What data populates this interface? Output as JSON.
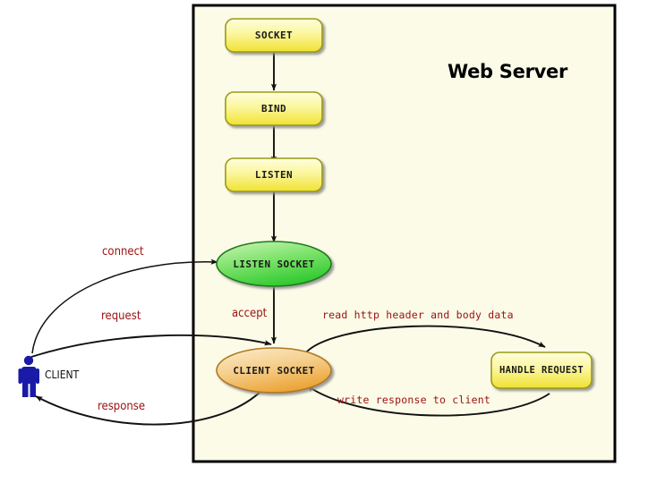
{
  "diagram": {
    "title": "Web Server",
    "panel": {
      "label": "web-server-boundary",
      "fill": "#fbfbe8",
      "border": "#000000"
    },
    "colors": {
      "process_fill_top": "#fefede",
      "process_fill_bottom": "#f2e334",
      "process_border": "#9a9a16",
      "listen_socket_fill_top": "#b7f0a0",
      "listen_socket_fill_bottom": "#34cc34",
      "listen_socket_border": "#1e7b1e",
      "client_socket_fill_top": "#f9e2b4",
      "client_socket_fill_bottom": "#eda63a",
      "client_socket_border": "#b07820",
      "edge_label": "#9b1010",
      "actor": "#1a1aa8",
      "line": "#111111"
    },
    "nodes": [
      {
        "id": "socket",
        "label": "SOCKET",
        "shape": "rounded-rect"
      },
      {
        "id": "bind",
        "label": "BIND",
        "shape": "rounded-rect"
      },
      {
        "id": "listen",
        "label": "LISTEN",
        "shape": "rounded-rect"
      },
      {
        "id": "listen-socket",
        "label": "LISTEN SOCKET",
        "shape": "ellipse"
      },
      {
        "id": "client-socket",
        "label": "CLIENT SOCKET",
        "shape": "ellipse"
      },
      {
        "id": "handle-request",
        "label": "HANDLE REQUEST",
        "shape": "rounded-rect"
      }
    ],
    "actor": {
      "id": "client",
      "label": "CLIENT"
    },
    "edges": [
      {
        "id": "socket-bind",
        "from": "socket",
        "to": "bind",
        "label": ""
      },
      {
        "id": "bind-listen",
        "from": "bind",
        "to": "listen",
        "label": ""
      },
      {
        "id": "listen-listensocket",
        "from": "listen",
        "to": "listen-socket",
        "label": ""
      },
      {
        "id": "connect",
        "from": "client",
        "to": "listen-socket",
        "label": "connect",
        "font": "sans"
      },
      {
        "id": "accept",
        "from": "listen-socket",
        "to": "client-socket",
        "label": "accept",
        "font": "sans"
      },
      {
        "id": "request",
        "from": "client",
        "to": "client-socket",
        "label": "request",
        "font": "sans"
      },
      {
        "id": "response",
        "from": "client-socket",
        "to": "client",
        "label": "response",
        "font": "sans"
      },
      {
        "id": "read-http",
        "from": "client-socket",
        "to": "handle-request",
        "label": "read http header and body data",
        "font": "mono"
      },
      {
        "id": "write-response",
        "from": "handle-request",
        "to": "client-socket",
        "label": "write response to client",
        "font": "mono"
      }
    ]
  }
}
